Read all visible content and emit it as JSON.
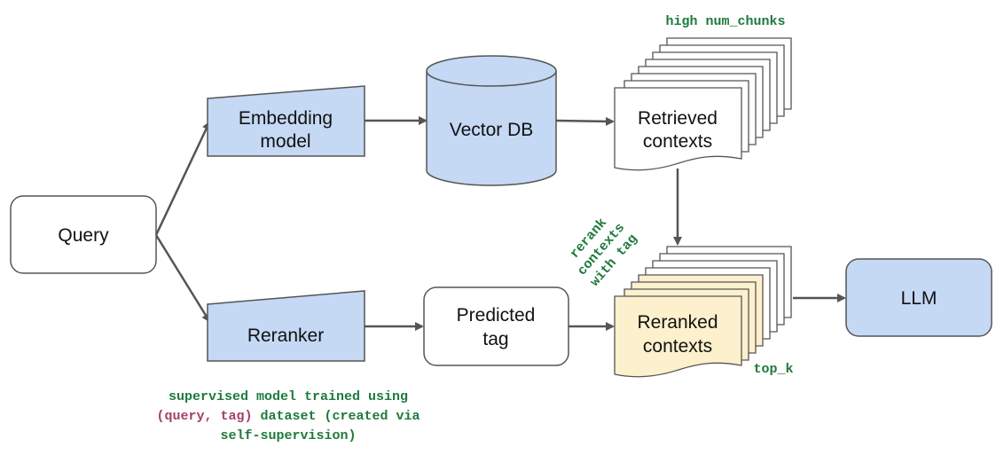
{
  "nodes": {
    "query": "Query",
    "embedding_model": [
      "Embedding",
      "model"
    ],
    "reranker": "Reranker",
    "vector_db": "Vector DB",
    "predicted_tag": [
      "Predicted",
      "tag"
    ],
    "retrieved_contexts": [
      "Retrieved",
      "contexts"
    ],
    "reranked_contexts": [
      "Reranked",
      "contexts"
    ],
    "llm": "LLM"
  },
  "annotations": {
    "high_num_chunks": "high num_chunks",
    "rerank_with_tag": [
      "rerank",
      "contexts",
      "with tag"
    ],
    "top_k": "top_k",
    "supervised_note": {
      "line1": "supervised model trained using",
      "line2_highlight": "(query, tag)",
      "line2_rest": " dataset (created via",
      "line3": "self-supervision)"
    }
  },
  "colors": {
    "blue_fill": "#c5d8f4",
    "yellow_fill": "#fdf0cc",
    "green_text": "#1e7a3c",
    "pink_text": "#a3406a",
    "arrow": "#555555"
  }
}
